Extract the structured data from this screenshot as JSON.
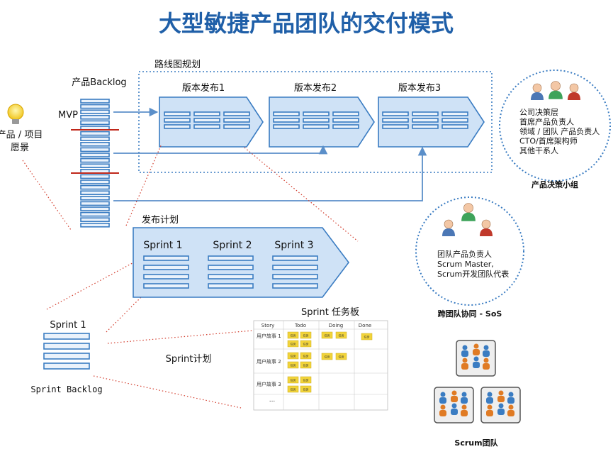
{
  "title": "大型敏捷产品团队的交付模式",
  "labels": {
    "roadmap": "路线图规划",
    "backlog": "产品Backlog",
    "mvp": "MVP",
    "vision_line1": "产品 / 项目",
    "vision_line2": "愿景",
    "release1": "版本发布1",
    "release2": "版本发布2",
    "release3": "版本发布3",
    "release_plan": "发布计划",
    "sprint1": "Sprint 1",
    "sprint2": "Sprint 2",
    "sprint3": "Sprint 3",
    "sprint1_small": "Sprint 1",
    "sprint_backlog": "Sprint Backlog",
    "sprint_planning": "Sprint计划",
    "taskboard": "Sprint 任务板",
    "decision_group": "产品决策小组",
    "sos": "跨团队协同 - SoS",
    "scrum_teams": "Scrum团队"
  },
  "decision_roles": [
    "公司决策层",
    "首席产品负责人",
    "领域 / 团队 产品负责人",
    "CTO/首席架构师",
    "其他干系人"
  ],
  "sos_roles": [
    "团队产品负责人",
    "Scrum Master,",
    "Scrum开发团队代表"
  ],
  "taskboard": {
    "columns": [
      "Story",
      "Todo",
      "Doing",
      "Done"
    ],
    "stories": [
      "用户故事 1",
      "用户故事 2",
      "用户故事 3"
    ],
    "more": "...",
    "note": "任务"
  },
  "colors": {
    "title": "#1f5fa8",
    "accent": "#3a7cc2",
    "fill": "#cfe2f6",
    "mvp_line": "#c0271a",
    "sticky": "#f2d43a"
  }
}
